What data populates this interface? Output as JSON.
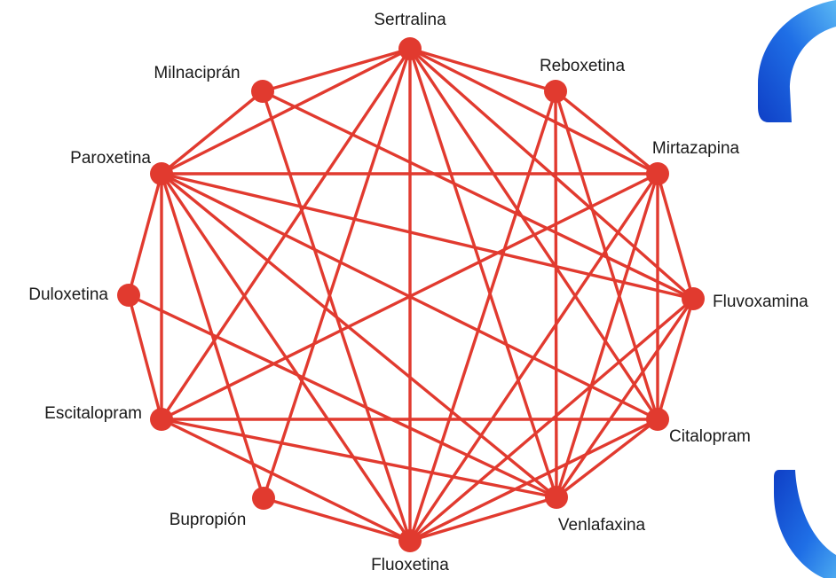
{
  "colors": {
    "network": "#e13a2f",
    "label": "#1a1a1a",
    "accent_dark": "#1b4fd8",
    "accent_light": "#4aa8f0"
  },
  "nodes": [
    {
      "id": "sertralina",
      "label": "Sertralina"
    },
    {
      "id": "reboxetina",
      "label": "Reboxetina"
    },
    {
      "id": "mirtazapina",
      "label": "Mirtazapina"
    },
    {
      "id": "fluvoxamina",
      "label": "Fluvoxamina"
    },
    {
      "id": "citalopram",
      "label": "Citalopram"
    },
    {
      "id": "venlafaxina",
      "label": "Venlafaxina"
    },
    {
      "id": "fluoxetina",
      "label": "Fluoxetina"
    },
    {
      "id": "bupropion",
      "label": "Bupropión"
    },
    {
      "id": "escitalopram",
      "label": "Escitalopram"
    },
    {
      "id": "duloxetina",
      "label": "Duloxetina"
    },
    {
      "id": "paroxetina",
      "label": "Paroxetina"
    },
    {
      "id": "milnacipran",
      "label": "Milnaciprán"
    }
  ],
  "edges": [
    [
      "sertralina",
      "reboxetina"
    ],
    [
      "sertralina",
      "milnacipran"
    ],
    [
      "sertralina",
      "paroxetina"
    ],
    [
      "sertralina",
      "mirtazapina"
    ],
    [
      "sertralina",
      "fluvoxamina"
    ],
    [
      "sertralina",
      "citalopram"
    ],
    [
      "sertralina",
      "venlafaxina"
    ],
    [
      "sertralina",
      "fluoxetina"
    ],
    [
      "sertralina",
      "bupropion"
    ],
    [
      "sertralina",
      "escitalopram"
    ],
    [
      "reboxetina",
      "mirtazapina"
    ],
    [
      "reboxetina",
      "venlafaxina"
    ],
    [
      "reboxetina",
      "fluoxetina"
    ],
    [
      "reboxetina",
      "citalopram"
    ],
    [
      "mirtazapina",
      "fluvoxamina"
    ],
    [
      "mirtazapina",
      "paroxetina"
    ],
    [
      "mirtazapina",
      "citalopram"
    ],
    [
      "mirtazapina",
      "venlafaxina"
    ],
    [
      "mirtazapina",
      "fluoxetina"
    ],
    [
      "mirtazapina",
      "escitalopram"
    ],
    [
      "fluvoxamina",
      "citalopram"
    ],
    [
      "fluvoxamina",
      "paroxetina"
    ],
    [
      "fluvoxamina",
      "milnacipran"
    ],
    [
      "fluvoxamina",
      "venlafaxina"
    ],
    [
      "fluvoxamina",
      "fluoxetina"
    ],
    [
      "citalopram",
      "venlafaxina"
    ],
    [
      "citalopram",
      "escitalopram"
    ],
    [
      "citalopram",
      "paroxetina"
    ],
    [
      "citalopram",
      "fluoxetina"
    ],
    [
      "venlafaxina",
      "fluoxetina"
    ],
    [
      "venlafaxina",
      "escitalopram"
    ],
    [
      "venlafaxina",
      "paroxetina"
    ],
    [
      "venlafaxina",
      "duloxetina"
    ],
    [
      "fluoxetina",
      "bupropion"
    ],
    [
      "fluoxetina",
      "escitalopram"
    ],
    [
      "fluoxetina",
      "paroxetina"
    ],
    [
      "fluoxetina",
      "milnacipran"
    ],
    [
      "bupropion",
      "paroxetina"
    ],
    [
      "escitalopram",
      "duloxetina"
    ],
    [
      "escitalopram",
      "paroxetina"
    ],
    [
      "duloxetina",
      "paroxetina"
    ],
    [
      "paroxetina",
      "milnacipran"
    ]
  ]
}
